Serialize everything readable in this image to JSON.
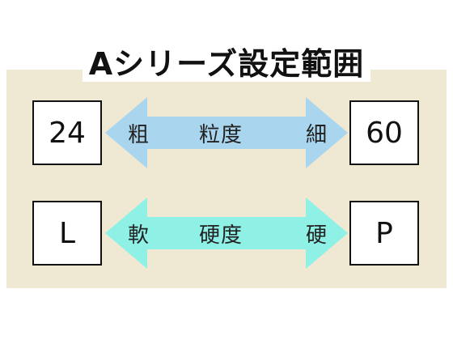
{
  "title": "Aシリーズ設定範囲",
  "colors": {
    "panel_bg": "#efe8d2",
    "grit_arrow": "#a9d6ee",
    "hardness_arrow": "#8ff0e6"
  },
  "grit_row": {
    "min_value": "24",
    "max_value": "60",
    "left_label": "粗",
    "center_label": "粒度",
    "right_label": "細"
  },
  "hardness_row": {
    "min_value": "L",
    "max_value": "P",
    "left_label": "軟",
    "center_label": "硬度",
    "right_label": "硬"
  }
}
